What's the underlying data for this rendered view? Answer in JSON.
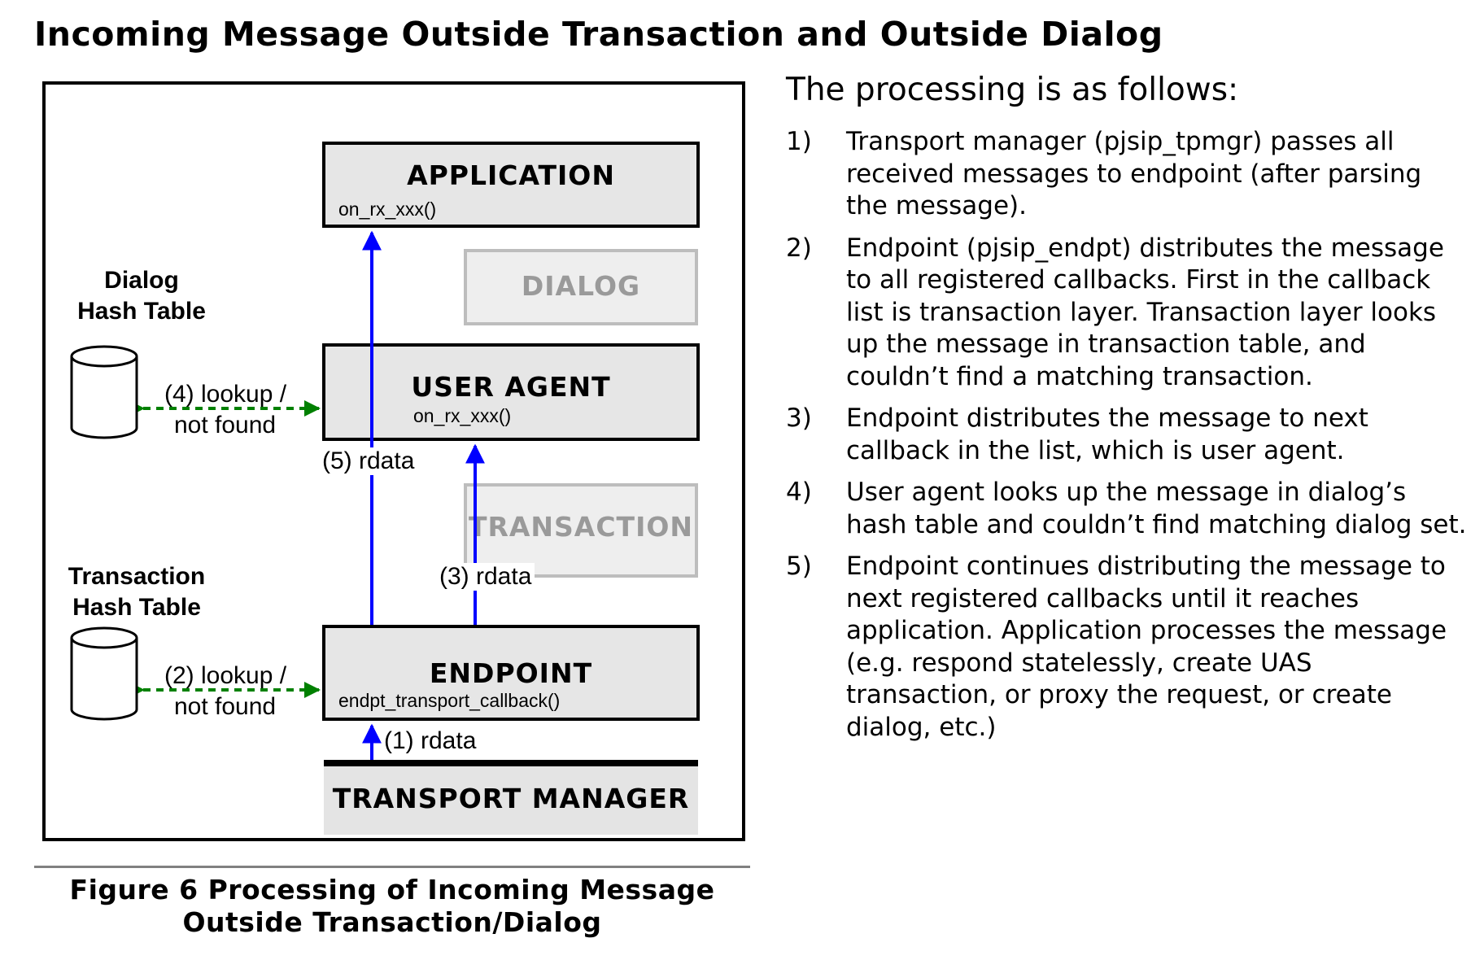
{
  "heading": "Incoming Message Outside Transaction and Outside Dialog",
  "diagram": {
    "application": {
      "title": "APPLICATION",
      "sub": "on_rx_xxx()"
    },
    "dialog": {
      "title": "DIALOG"
    },
    "user_agent": {
      "title": "USER AGENT",
      "sub": "on_rx_xxx()"
    },
    "transaction": {
      "title": "TRANSACTION"
    },
    "endpoint": {
      "title": "ENDPOINT",
      "sub": "endpt_transport_callback()"
    },
    "transport_manager": {
      "title": "TRANSPORT MANAGER"
    },
    "dialog_hash": {
      "line1": "Dialog",
      "line2": "Hash Table"
    },
    "transaction_hash": {
      "line1": "Transaction",
      "line2": "Hash Table"
    },
    "labels": {
      "lookup4_a": "(4) lookup /",
      "lookup4_b": "not found",
      "lookup2_a": "(2) lookup /",
      "lookup2_b": "not found",
      "rdata5": "(5) rdata",
      "rdata3": "(3) rdata",
      "rdata1": "(1) rdata"
    },
    "colors": {
      "data_arrow": "#0000ff",
      "lookup_arrow": "#008000",
      "box_fill": "#e6e6e6",
      "faint_border": "#bdbdbd"
    }
  },
  "caption": {
    "line1": "Figure 6 Processing of Incoming Message",
    "line2": "Outside Transaction/Dialog"
  },
  "description": {
    "intro": "The processing is as follows:",
    "steps": [
      {
        "num": "1)",
        "text": "Transport manager (pjsip_tpmgr) passes all received messages to endpoint (after parsing the message)."
      },
      {
        "num": "2)",
        "text": "Endpoint (pjsip_endpt) distributes the message to all registered callbacks. First in the callback list is transaction layer. Transaction layer looks up the message in transaction table, and couldn’t find a matching transaction."
      },
      {
        "num": "3)",
        "text": "Endpoint distributes the message to next callback in the list, which is user agent."
      },
      {
        "num": "4)",
        "text": "User agent looks up the message in dialog’s hash table and couldn’t find matching dialog set."
      },
      {
        "num": "5)",
        "text": "Endpoint continues distributing the message to next registered callbacks until it reaches application. Application processes the message (e.g. respond statelessly, create UAS transaction, or proxy the request, or create dialog, etc.)"
      }
    ]
  }
}
